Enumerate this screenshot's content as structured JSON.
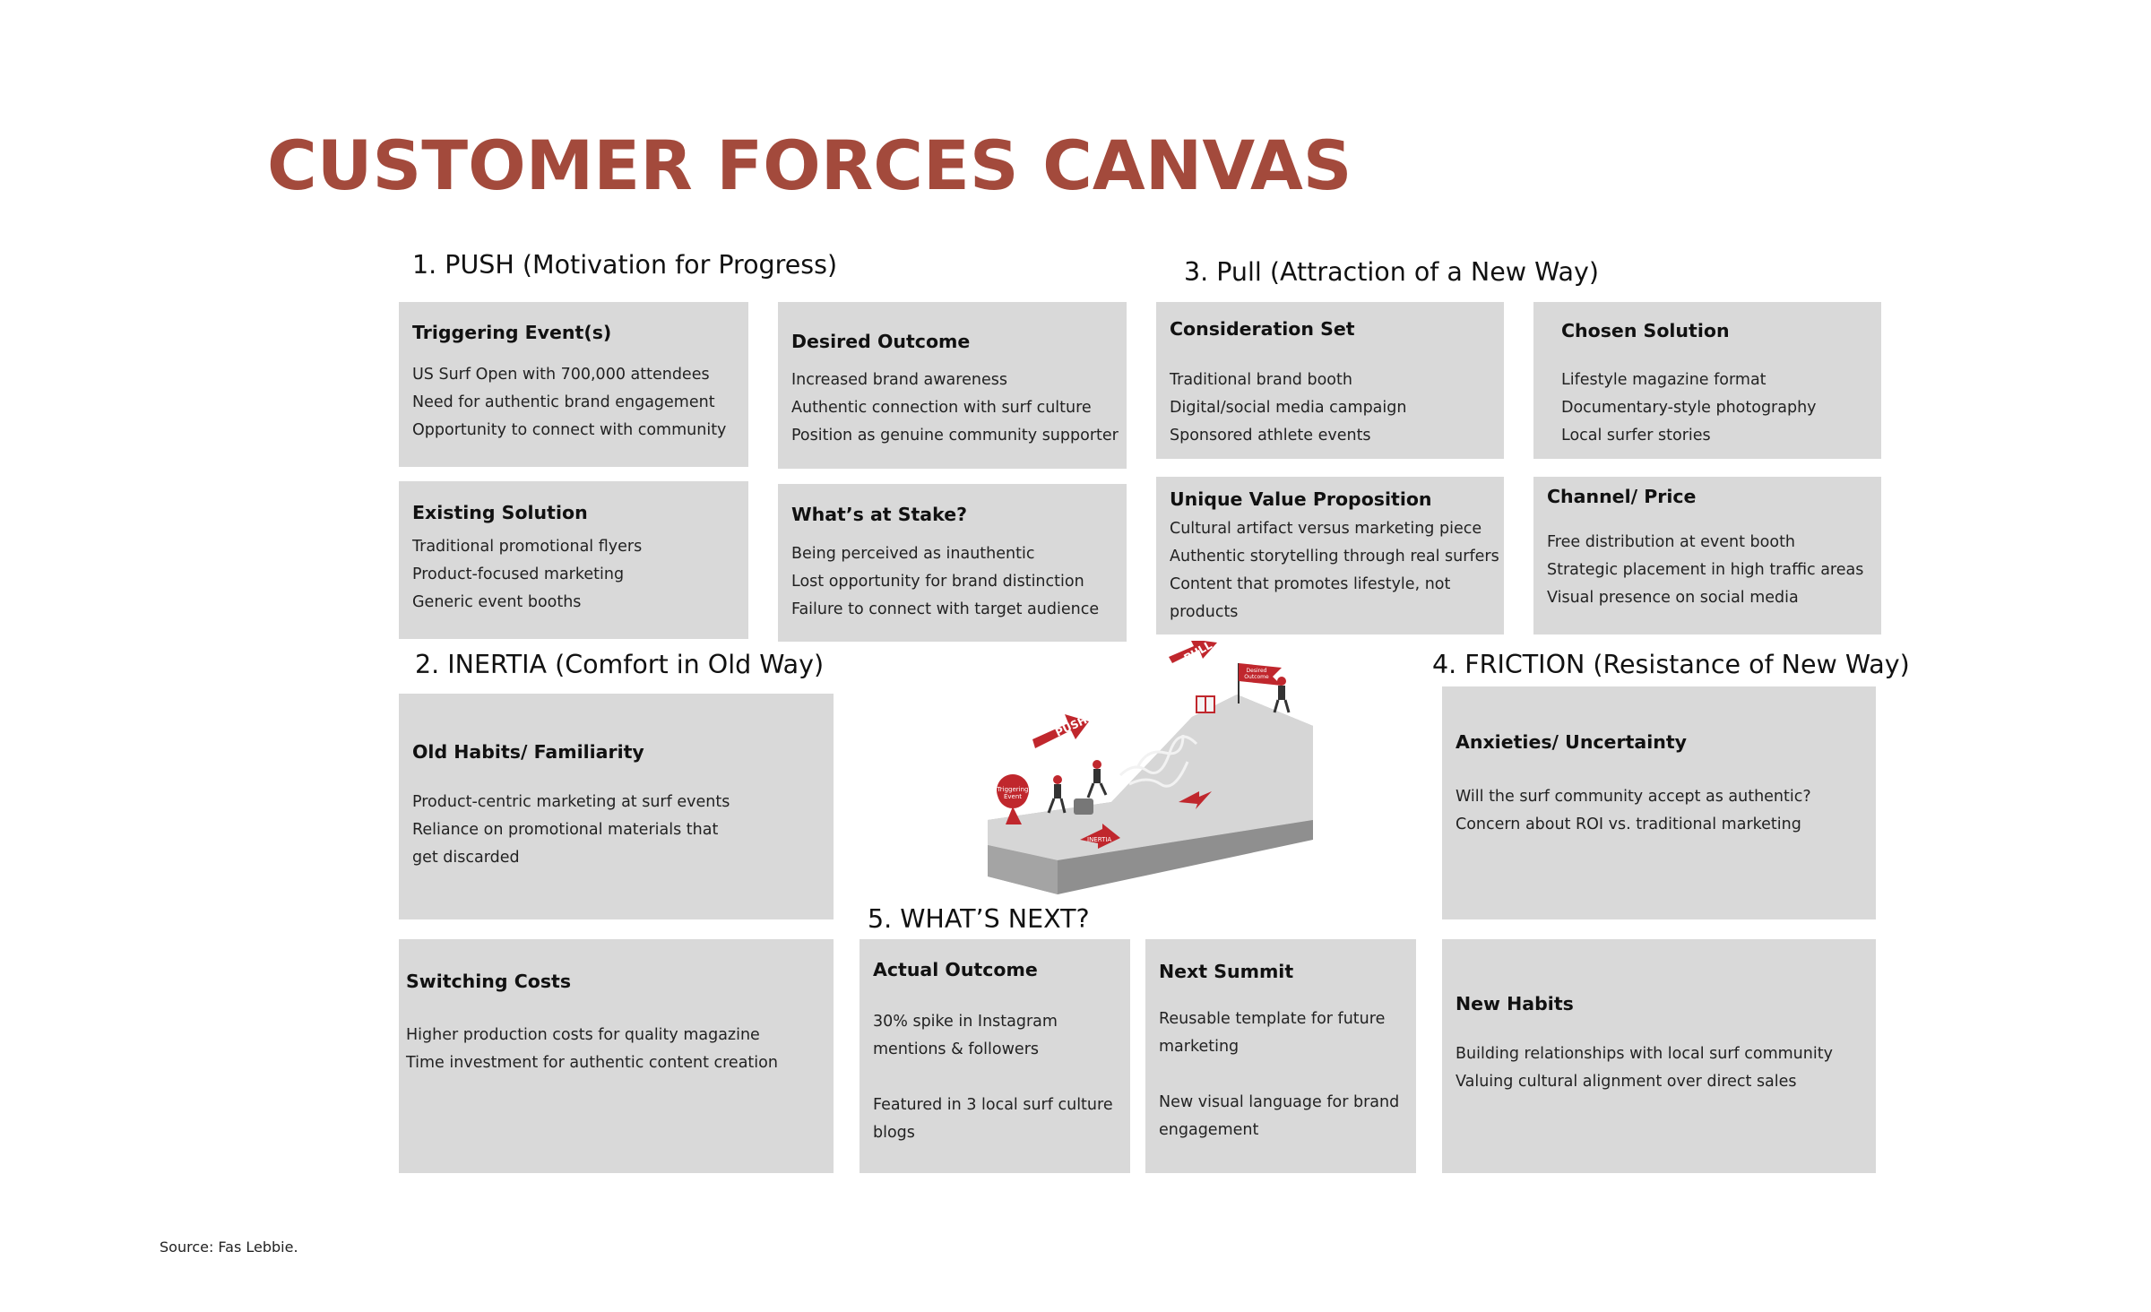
{
  "title": "CUSTOMER FORCES CANVAS",
  "sections": {
    "push": "1. PUSH (Motivation for Progress)",
    "inertia": "2. INERTIA (Comfort in Old Way)",
    "pull": "3. Pull (Attraction of a New Way)",
    "friction": "4. FRICTION (Resistance of New Way)",
    "next": "5. WHAT’S NEXT?"
  },
  "boxes": {
    "triggering": {
      "title": "Triggering Event(s)",
      "lines": [
        "US Surf Open with 700,000 attendees",
        "Need for authentic brand engagement",
        "Opportunity to connect with community"
      ]
    },
    "desired": {
      "title": "Desired Outcome",
      "lines": [
        "Increased brand awareness",
        "Authentic connection with surf culture",
        "Position as genuine community supporter"
      ]
    },
    "existing": {
      "title": "Existing Solution",
      "lines": [
        "Traditional promotional flyers",
        "Product-focused marketing",
        "Generic event booths"
      ]
    },
    "stake": {
      "title": "What’s at Stake?",
      "lines": [
        "Being perceived as inauthentic",
        "Lost opportunity for brand distinction",
        "Failure to connect with target audience"
      ]
    },
    "consideration": {
      "title": "Consideration Set",
      "lines": [
        "Traditional brand booth",
        "Digital/social media campaign",
        "Sponsored athlete events"
      ]
    },
    "chosen": {
      "title": "Chosen Solution",
      "lines": [
        "Lifestyle magazine format",
        "Documentary-style photography",
        "Local surfer stories"
      ]
    },
    "uvp": {
      "title": "Unique Value Proposition",
      "lines": [
        "Cultural artifact versus marketing piece",
        "Authentic storytelling through real surfers",
        "Content that promotes lifestyle, not",
        "products"
      ]
    },
    "channel": {
      "title": "Channel/ Price",
      "lines": [
        "Free distribution at event booth",
        "Strategic placement in high traffic areas",
        "Visual presence on social media"
      ]
    },
    "habits": {
      "title": "Old Habits/ Familiarity",
      "lines": [
        "Product-centric marketing at surf events",
        "Reliance on promotional materials that",
        "get discarded"
      ]
    },
    "anxieties": {
      "title": "Anxieties/ Uncertainty",
      "lines": [
        "Will the surf community accept as authentic?",
        "Concern about ROI vs. traditional marketing"
      ]
    },
    "switching": {
      "title": "Switching Costs",
      "lines": [
        "Higher production costs for quality magazine",
        "Time investment for authentic content creation"
      ]
    },
    "actual": {
      "title": "Actual Outcome",
      "lines": [
        "30% spike in Instagram",
        "mentions & followers",
        "",
        "Featured in 3 local surf culture",
        "blogs"
      ]
    },
    "summit": {
      "title": "Next Summit",
      "lines": [
        "Reusable template for future",
        "marketing",
        "",
        "New visual language for brand",
        "engagement"
      ]
    },
    "newhabits": {
      "title": "New Habits",
      "lines": [
        "Building relationships with local surf community",
        "Valuing cultural alignment over direct sales"
      ]
    }
  },
  "illustration": {
    "push_label": "PUSH",
    "pull_label": "PULL",
    "inertia_label": "INERTIA",
    "trigger_label_1": "Triggering",
    "trigger_label_2": "Event",
    "outcome_label_1": "Desired",
    "outcome_label_2": "Outcome"
  },
  "source": "Source: Fas Lebbie.",
  "colors": {
    "title": "#A34A3C",
    "box": "#d9d9d9",
    "accent": "#C0272D"
  }
}
